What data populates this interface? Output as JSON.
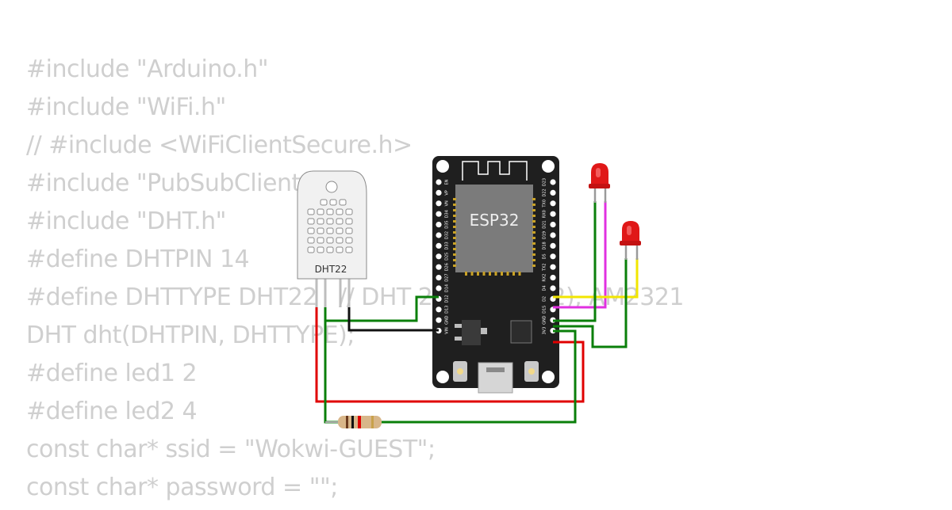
{
  "code": {
    "lines": [
      "#include \"Arduino.h\"",
      "#include \"WiFi.h\"",
      "// #include <WiFiClientSecure.h>",
      "#include \"PubSubClient.h\"",
      "#include \"DHT.h\"",
      "#define DHTPIN 14",
      "#define DHTTYPE DHT22   // DHT 22  (AM2302), AM2321",
      "DHT dht(DHTPIN, DHTTYPE);",
      "#define led1 2",
      "#define led2 4",
      "const char* ssid = \"Wokwi-GUEST\";",
      "const char* password = \"\";"
    ]
  },
  "board": {
    "label": "ESP32",
    "left_pins": [
      "EN",
      "VP",
      "VN",
      "D34",
      "D35",
      "D32",
      "D33",
      "D25",
      "D26",
      "D27",
      "D14",
      "D12",
      "D13",
      "GND",
      "VIN"
    ],
    "right_pins": [
      "D23",
      "D22",
      "TX0",
      "RX0",
      "D21",
      "D19",
      "D18",
      "D5",
      "TX2",
      "RX2",
      "D4",
      "D2",
      "D15",
      "GND",
      "3V3"
    ]
  },
  "sensor": {
    "label": "DHT22"
  },
  "colors": {
    "code_text": "#cfcfcf",
    "board": "#1f1f1f",
    "chip": "#7b7b7b",
    "wire_red": "#e00000",
    "wire_green": "#0a7f0a",
    "wire_black": "#111111",
    "wire_magenta": "#e030e0",
    "wire_yellow": "#f2e600",
    "led_red": "#e01818"
  }
}
